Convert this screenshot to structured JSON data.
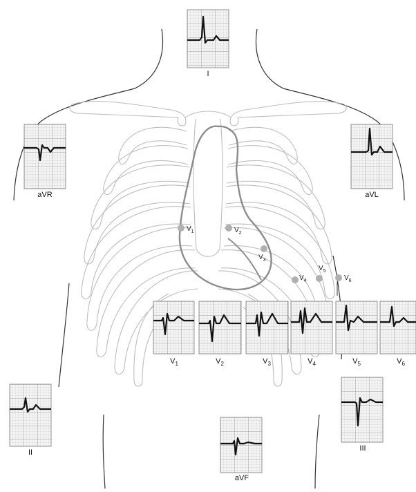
{
  "limb_leads": [
    {
      "id": "I",
      "label": "I"
    },
    {
      "id": "aVR",
      "label": "aVR"
    },
    {
      "id": "aVL",
      "label": "aVL"
    },
    {
      "id": "II",
      "label": "II"
    },
    {
      "id": "III",
      "label": "III"
    },
    {
      "id": "aVF",
      "label": "aVF"
    }
  ],
  "precordial_leads": [
    {
      "id": "V1",
      "letter": "V",
      "sub": "1"
    },
    {
      "id": "V2",
      "letter": "V",
      "sub": "2"
    },
    {
      "id": "V3",
      "letter": "V",
      "sub": "3"
    },
    {
      "id": "V4",
      "letter": "V",
      "sub": "4"
    },
    {
      "id": "V5",
      "letter": "V",
      "sub": "5"
    },
    {
      "id": "V6",
      "letter": "V",
      "sub": "6"
    }
  ],
  "colors": {
    "grid": "#9a9a9a",
    "trace": "#111111",
    "outline": "#333333",
    "ribs": "#bdbdbd",
    "heart": "#8c8c8c",
    "electrode": "#b0b0b0"
  }
}
